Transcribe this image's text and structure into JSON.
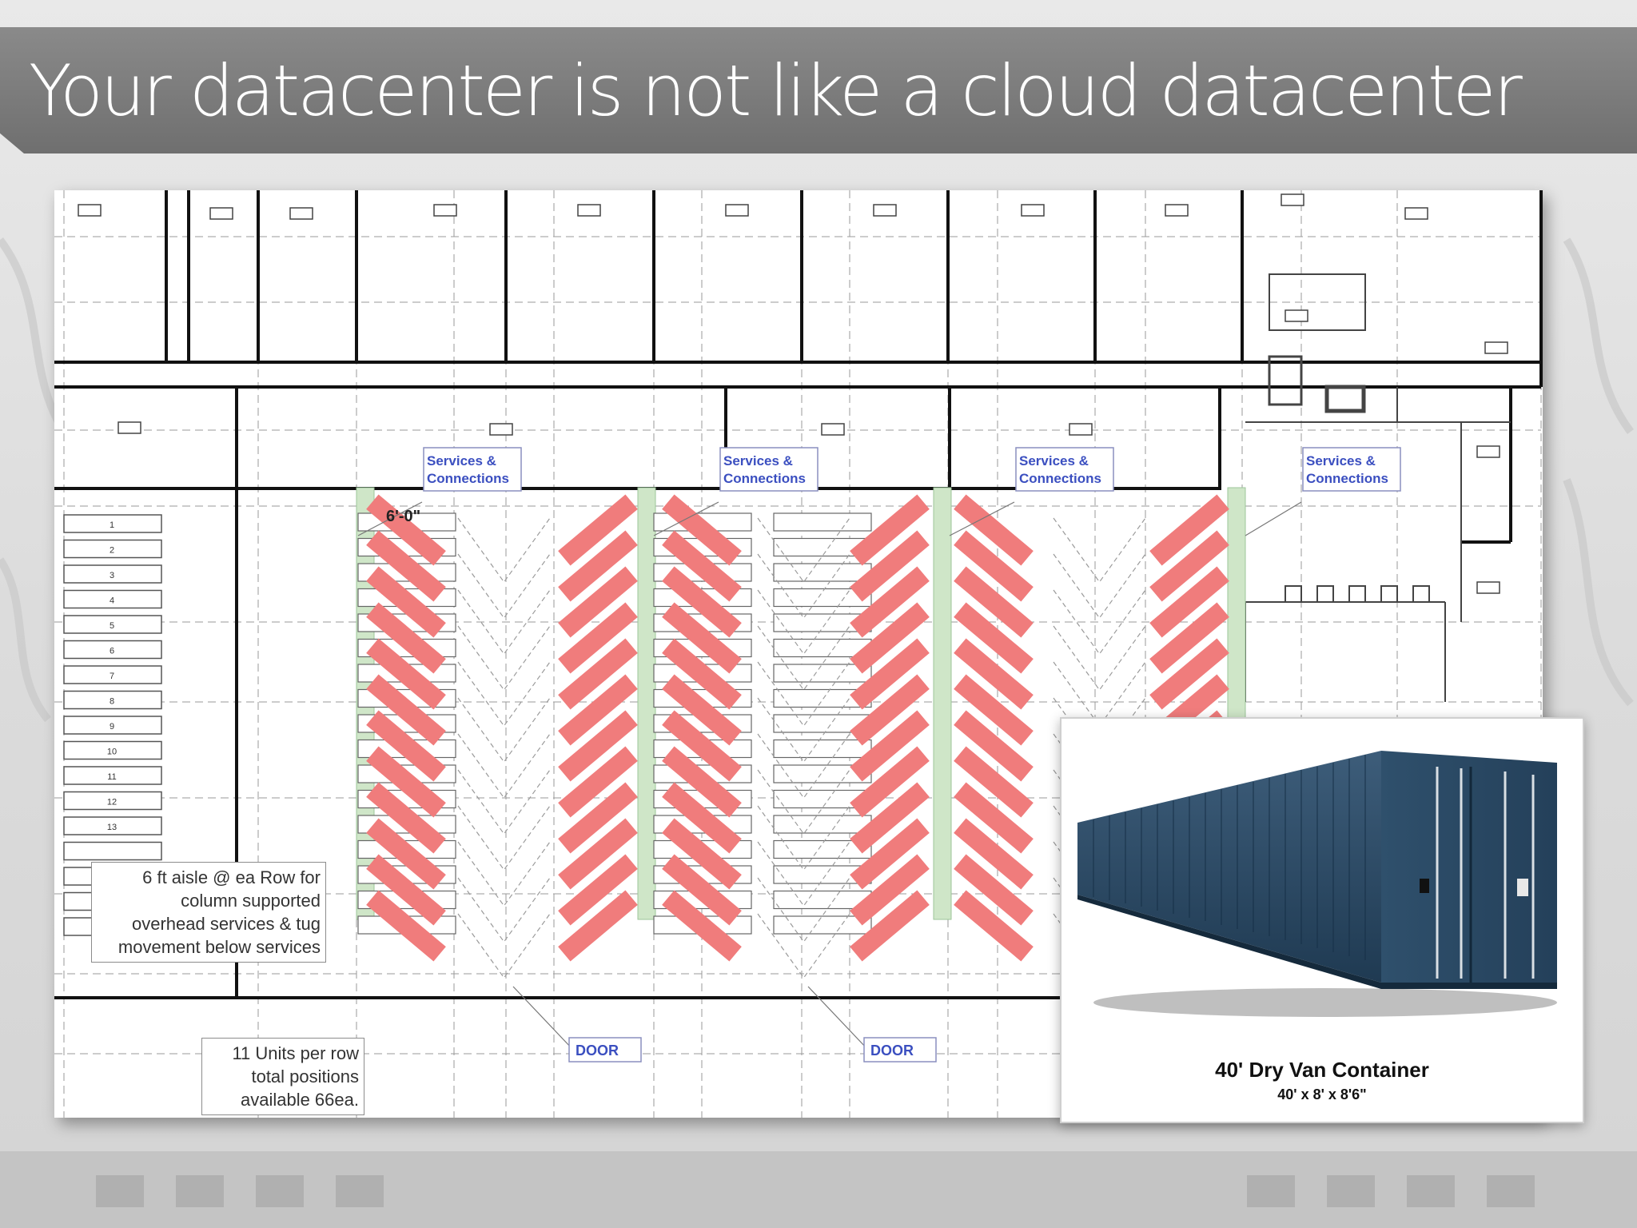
{
  "slide": {
    "title": "Your datacenter is not like a cloud datacenter"
  },
  "floorplan": {
    "service_labels": [
      {
        "line1": "Services &",
        "line2": "Connections"
      },
      {
        "line1": "Services &",
        "line2": "Connections"
      },
      {
        "line1": "Services &",
        "line2": "Connections"
      },
      {
        "line1": "Services &",
        "line2": "Connections"
      }
    ],
    "door_labels": [
      "DOOR",
      "DOOR"
    ],
    "dimension_label": "6'-0\"",
    "aisle_note": [
      "6 ft aisle @ ea Row for",
      "column supported",
      "overhead services & tug",
      "movement below services"
    ],
    "units_note": [
      "11 Units per row",
      "total positions",
      "available 66ea."
    ],
    "left_row_numbers": [
      "1",
      "2",
      "3",
      "4",
      "5",
      "6",
      "7",
      "8",
      "9",
      "10",
      "11",
      "12",
      "13"
    ]
  },
  "container": {
    "caption": "40' Dry Van Container",
    "dimensions": "40' x 8' x 8'6\""
  },
  "colors": {
    "title_band": "#7b7b7b",
    "container_slot": "#f07c7c",
    "service_aisle": "#cfe6c8",
    "label_border": "#4a5fc2",
    "label_text": "#3b4fc0",
    "container_body": "#2b4a66"
  }
}
